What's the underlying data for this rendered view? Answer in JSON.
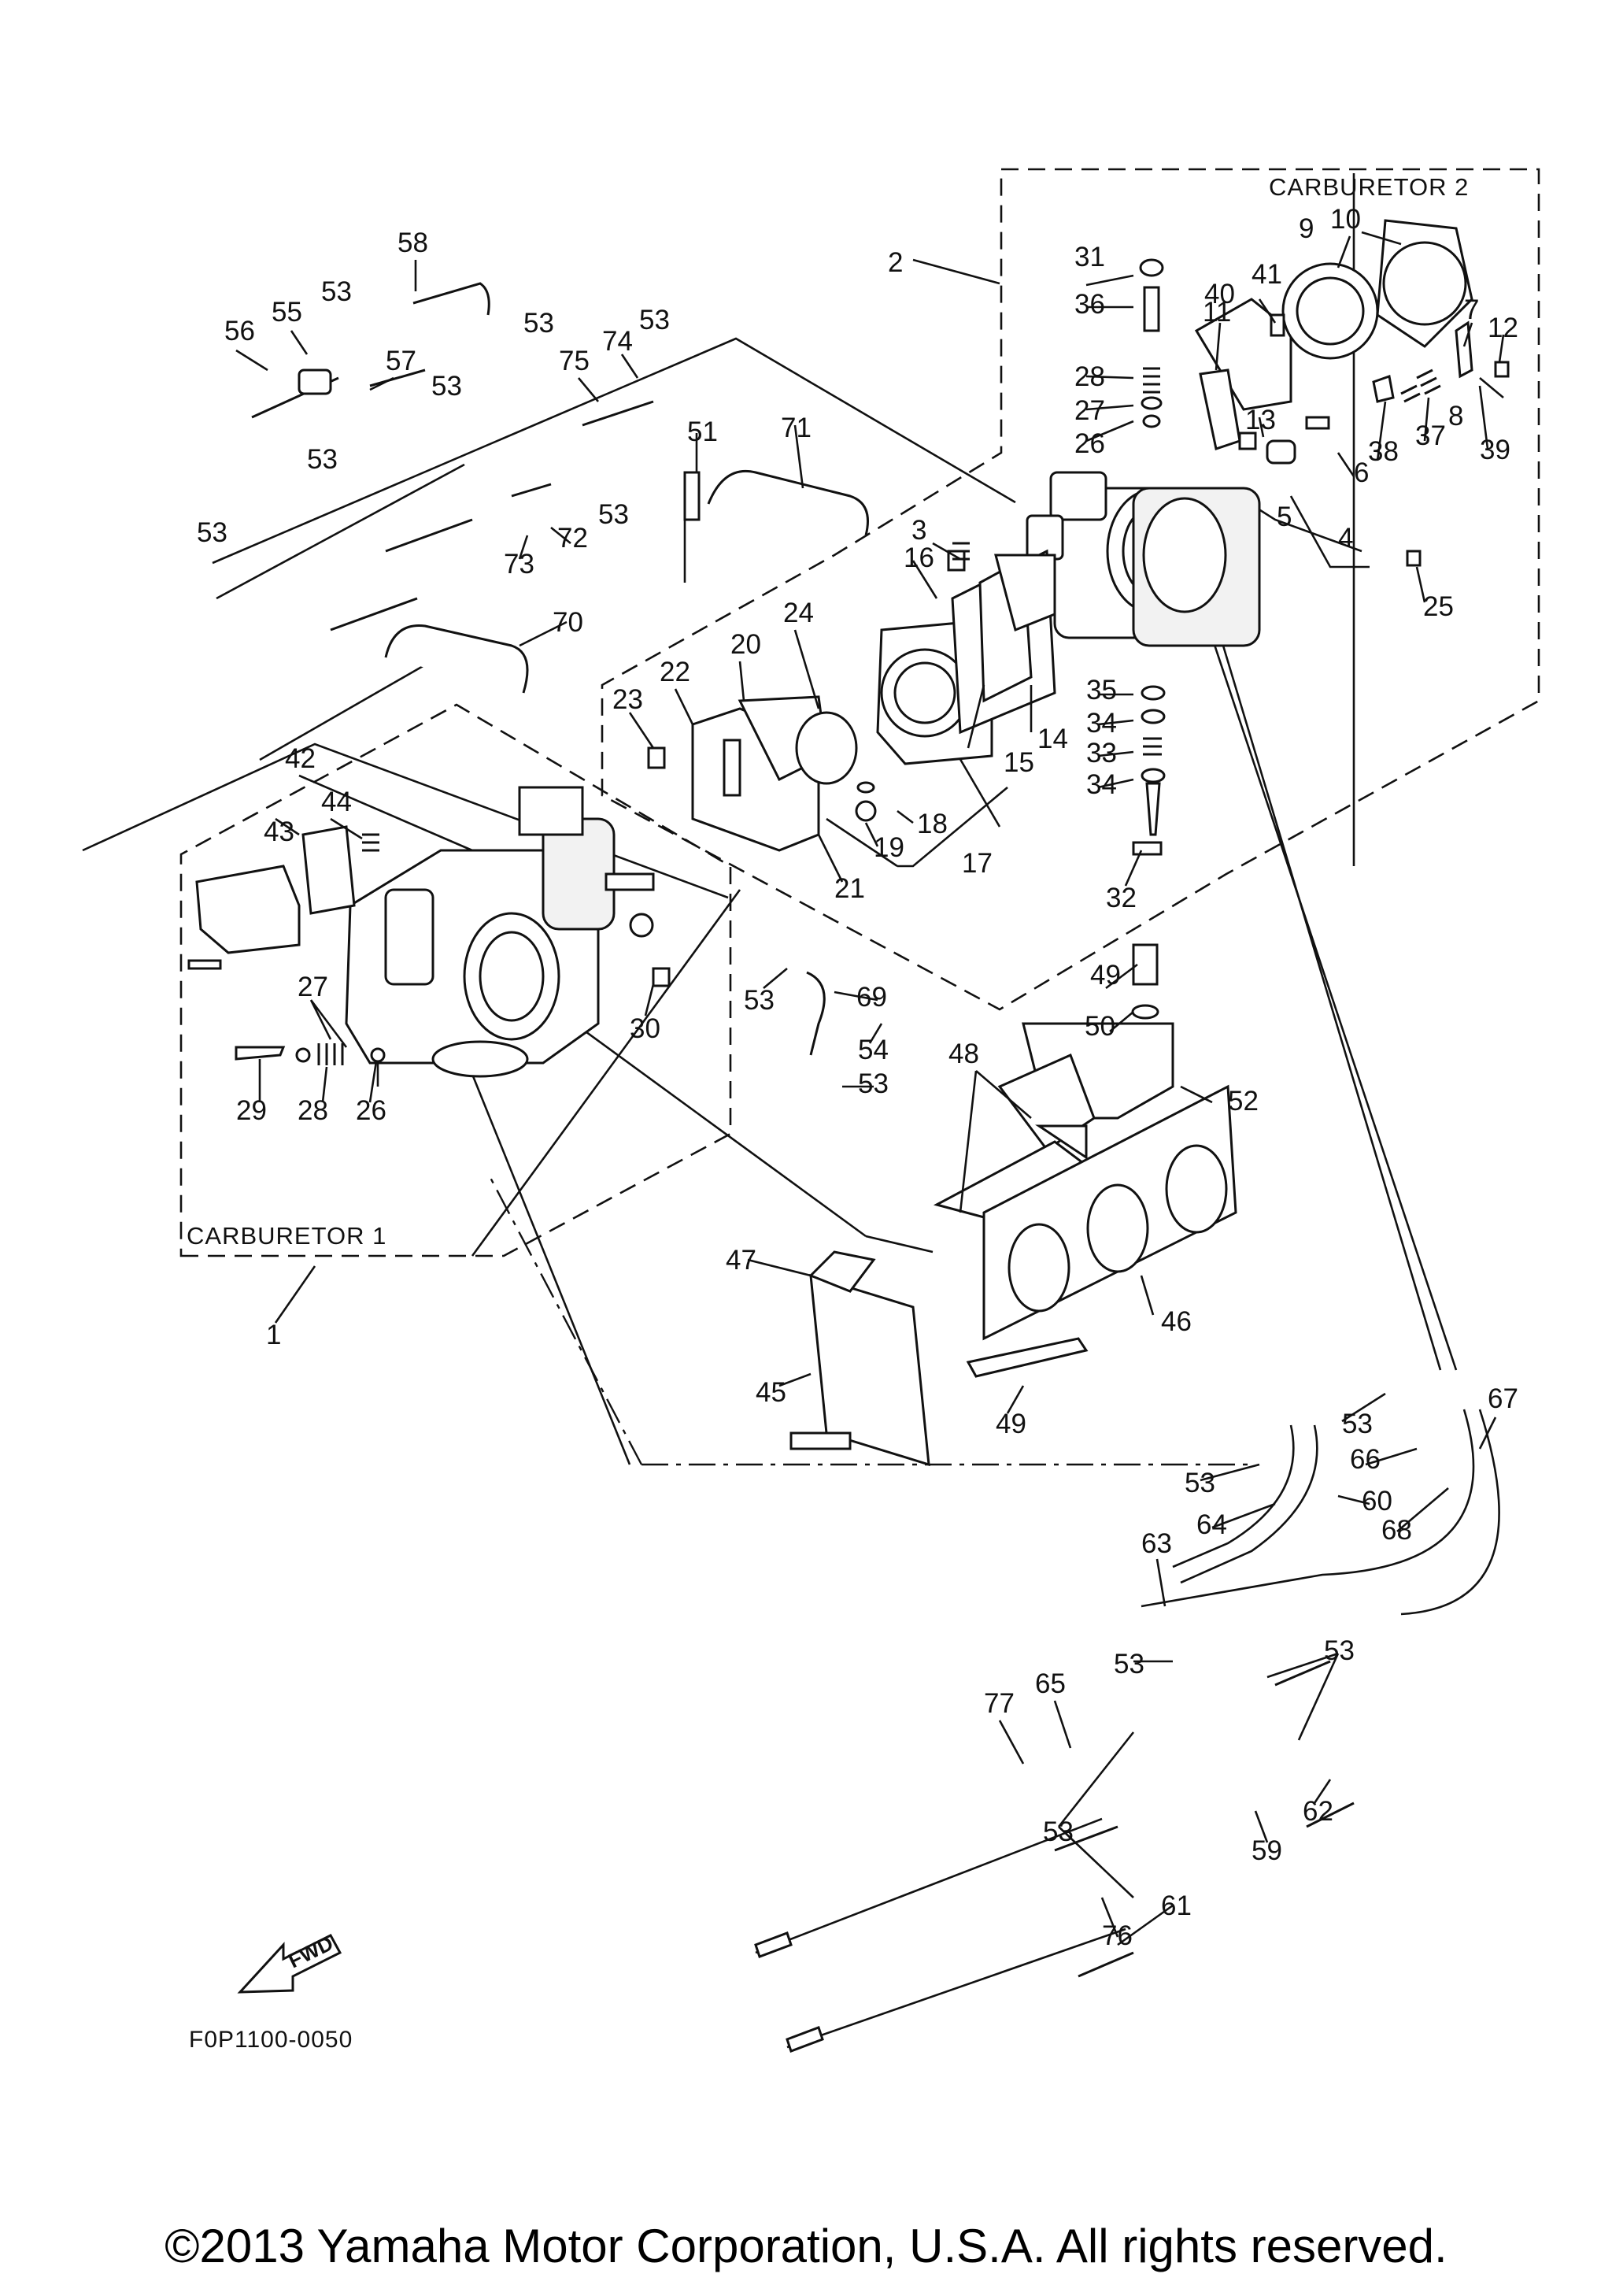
{
  "sections": {
    "carb1": "CARBURETOR 1",
    "carb2": "CARBURETOR 2"
  },
  "figure_code": "F0P1100-0050",
  "fwd": "FWD",
  "copyright": "©2013 Yamaha Motor Corporation, U.S.A. All rights reserved.",
  "callouts": {
    "c1": "1",
    "c2": "2",
    "c3": "3",
    "c4": "4",
    "c5": "5",
    "c6": "6",
    "c7": "7",
    "c8": "8",
    "c9": "9",
    "c10": "10",
    "c11": "11",
    "c12": "12",
    "c13": "13",
    "c14": "14",
    "c15": "15",
    "c16": "16",
    "c17": "17",
    "c18": "18",
    "c19": "19",
    "c20": "20",
    "c21": "21",
    "c22": "22",
    "c23": "23",
    "c24": "24",
    "c25": "25",
    "c26a": "26",
    "c26b": "26",
    "c27a": "27",
    "c27b": "27",
    "c28a": "28",
    "c28b": "28",
    "c29": "29",
    "c30": "30",
    "c31": "31",
    "c32": "32",
    "c33": "33",
    "c34a": "34",
    "c34b": "34",
    "c35": "35",
    "c36": "36",
    "c37": "37",
    "c38": "38",
    "c39": "39",
    "c40": "40",
    "c41": "41",
    "c42": "42",
    "c43": "43",
    "c44": "44",
    "c45": "45",
    "c46": "46",
    "c47": "47",
    "c48": "48",
    "c49a": "49",
    "c49b": "49",
    "c50": "50",
    "c51": "51",
    "c52": "52",
    "c53a": "53",
    "c53b": "53",
    "c53c": "53",
    "c53d": "53",
    "c53e": "53",
    "c53f": "53",
    "c53g": "53",
    "c53h": "53",
    "c53i": "53",
    "c53j": "53",
    "c53k": "53",
    "c53l": "53",
    "c53m": "53",
    "c53n": "53",
    "c54": "54",
    "c55": "55",
    "c56": "56",
    "c57": "57",
    "c58": "58",
    "c59": "59",
    "c60": "60",
    "c61": "61",
    "c62": "62",
    "c63": "63",
    "c64": "64",
    "c65": "65",
    "c66": "66",
    "c67": "67",
    "c68": "68",
    "c69": "69",
    "c70": "70",
    "c71": "71",
    "c72": "72",
    "c73": "73",
    "c74": "74",
    "c75": "75",
    "c76": "76",
    "c77": "77"
  }
}
